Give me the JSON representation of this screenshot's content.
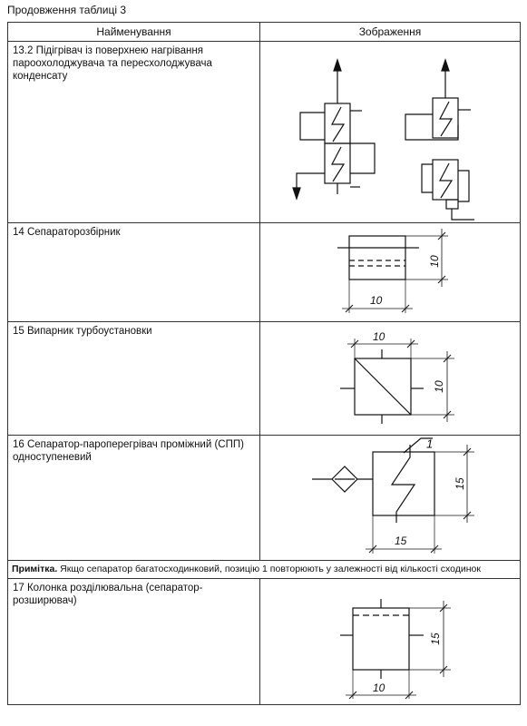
{
  "caption": "Продовження таблиці 3",
  "header": {
    "col_name": "Найменування",
    "col_image": "Зображення"
  },
  "rows": [
    {
      "name": "13.2 Підігрівач із поверхнею нагрівання пароохолоджувача та пересхолоджувача конденсату"
    },
    {
      "name": "14 Сепараторозбірник",
      "dim_width": "10",
      "dim_height": "10"
    },
    {
      "name": "15 Випарник турбоустановки",
      "dim_width": "10",
      "dim_height": "10"
    },
    {
      "name": "16 Сепаратор-пароперегрівач проміжний (СПП) одноступеневий",
      "callout": "1",
      "dim_width": "15",
      "dim_height": "15"
    },
    {
      "name": "17 Колонка розділювальна (сепаратор-розширювач)",
      "dim_width": "10",
      "dim_height": "15"
    }
  ],
  "note": {
    "label": "Примітка.",
    "text": " Якщо сепаратор багатосходинковий, позицію 1 повторюють у залежності від кількості сходинок"
  }
}
